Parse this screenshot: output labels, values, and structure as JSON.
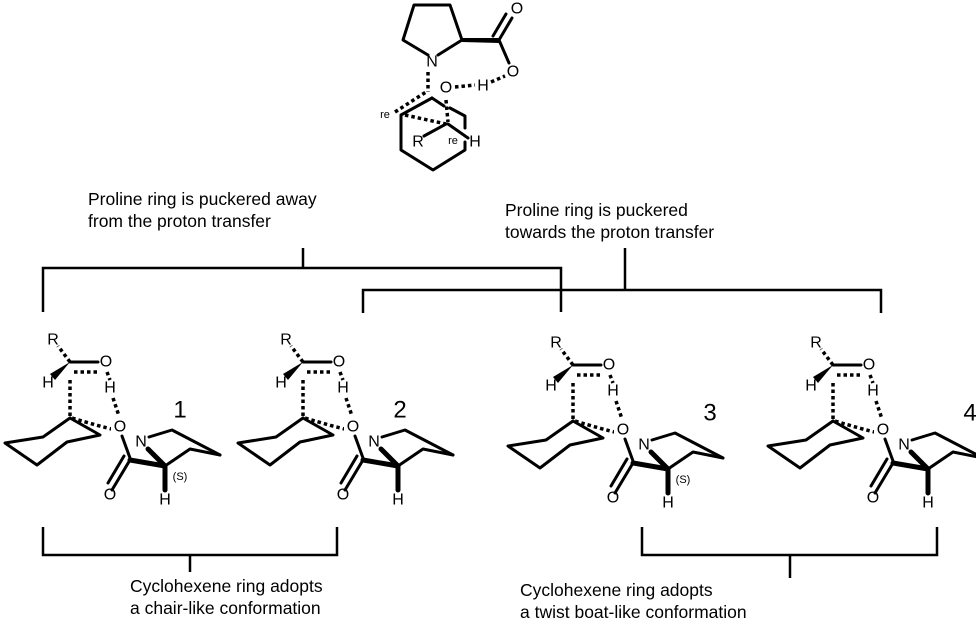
{
  "atoms": {
    "R": "R",
    "H": "H",
    "O": "O",
    "N": "N",
    "S": "(S)",
    "re": "re"
  },
  "labels": {
    "away": [
      "Proline ring is puckered away",
      "from the proton transfer"
    ],
    "towards": [
      "Proline ring is puckered",
      "towards the proton transfer"
    ],
    "chair": [
      "Cyclohexene ring adopts",
      "a chair-like conformation"
    ],
    "boat": [
      "Cyclohexene ring adopts",
      " a twist boat-like conformation"
    ]
  },
  "conformers": [
    "1",
    "2",
    "3",
    "4"
  ]
}
